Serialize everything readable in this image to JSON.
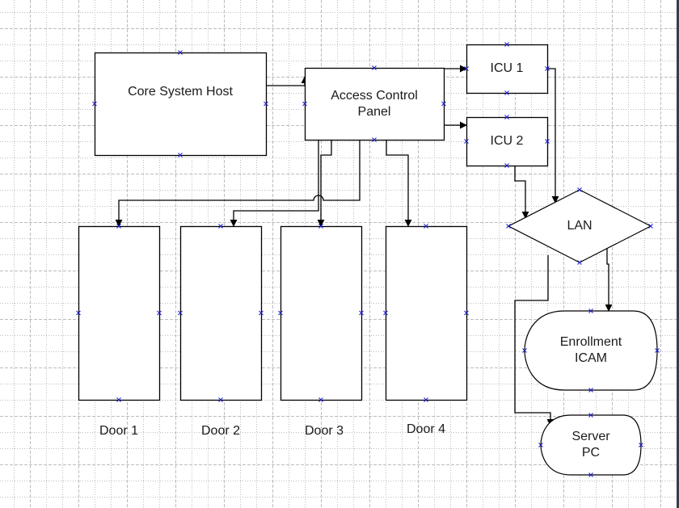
{
  "diagram": {
    "type": "network block diagram",
    "nodes": [
      {
        "id": "core",
        "lines": [
          "Core System Host"
        ],
        "shape": "rectangle"
      },
      {
        "id": "acp",
        "lines": [
          "Access Control",
          "Panel"
        ],
        "shape": "rectangle"
      },
      {
        "id": "icu1",
        "lines": [
          "ICU 1"
        ],
        "shape": "rectangle"
      },
      {
        "id": "icu2",
        "lines": [
          "ICU 2"
        ],
        "shape": "rectangle"
      },
      {
        "id": "lan",
        "lines": [
          "LAN"
        ],
        "shape": "diamond"
      },
      {
        "id": "enroll",
        "lines": [
          "Enrollment",
          "ICAM"
        ],
        "shape": "display"
      },
      {
        "id": "server",
        "lines": [
          "Server",
          "PC"
        ],
        "shape": "display"
      },
      {
        "id": "door1",
        "lines": [],
        "shape": "rectangle",
        "caption": "Door 1"
      },
      {
        "id": "door2",
        "lines": [],
        "shape": "rectangle",
        "caption": "Door 2"
      },
      {
        "id": "door3",
        "lines": [],
        "shape": "rectangle",
        "caption": "Door 3"
      },
      {
        "id": "door4",
        "lines": [],
        "shape": "rectangle",
        "caption": "Door 4"
      }
    ],
    "edges": [
      {
        "from": "core",
        "to": "acp"
      },
      {
        "from": "acp",
        "to": "icu1"
      },
      {
        "from": "acp",
        "to": "icu2"
      },
      {
        "from": "acp",
        "to": "door1"
      },
      {
        "from": "acp",
        "to": "door2"
      },
      {
        "from": "acp",
        "to": "door3"
      },
      {
        "from": "acp",
        "to": "door4"
      },
      {
        "from": "icu1",
        "to": "lan"
      },
      {
        "from": "icu2",
        "to": "lan"
      },
      {
        "from": "lan",
        "to": "enroll"
      },
      {
        "from": "lan",
        "to": "server"
      }
    ],
    "colors": {
      "stroke": "#000000",
      "grid": "#bdbdbd",
      "connection_point": "#1a1acc",
      "right_bar": "#3c3c46"
    }
  }
}
